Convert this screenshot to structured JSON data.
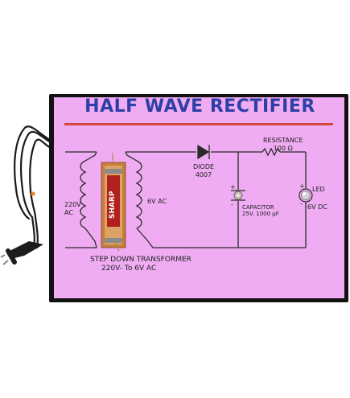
{
  "board": {
    "title": "HALF WAVE RECTIFIER",
    "input_label_line1": "220V",
    "input_label_line2": "AC",
    "output_ac_label": "6V AC",
    "diode_label_line1": "DIODE",
    "diode_label_line2": "4007",
    "resistance_label_line1": "RESISTANCE",
    "resistance_label_line2": "100 Ω",
    "capacitor_label_line1": "CAPACITOR",
    "capacitor_label_line2": "25V. 1000 µF",
    "led_label": "LED",
    "output_dc_label": "6V DC",
    "transformer_label_line1": "STEP DOWN TRANSFORMER",
    "transformer_label_line2": "220V- To 6V AC",
    "transformer_brand": "SHARP",
    "plus_sign": "+",
    "minus_sign": "-"
  },
  "colors": {
    "board_pink": "#efacf2",
    "board_border": "#121212",
    "title_blue": "#2e3fa6",
    "title_underline": "#d6483c",
    "cable": "#1a1a1a",
    "transformer_core": "#c87d3c"
  },
  "icons": {
    "power_plug": "power-plug-icon",
    "diode": "diode-symbol-icon",
    "resistor": "resistor-zigzag-icon",
    "capacitor": "capacitor-icon",
    "led": "led-icon"
  }
}
